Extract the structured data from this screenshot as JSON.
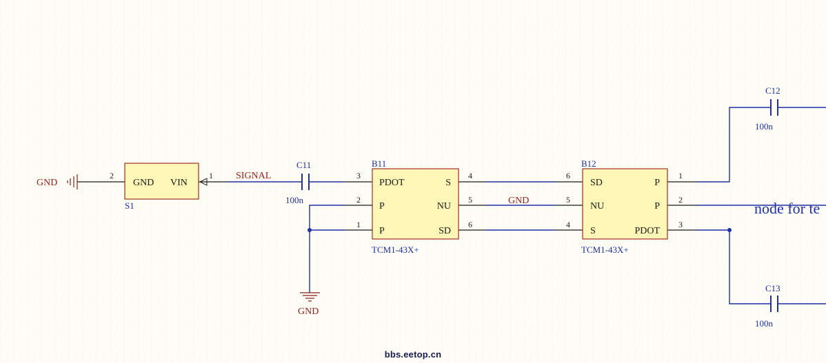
{
  "colors": {
    "background": "#fdfdf6",
    "grid": "#e6e3cf",
    "wire": "#1f2fa5",
    "pin": "#1a1a1a",
    "body_fill": "#fcf7b6",
    "body_stroke": "#a03020",
    "designator": "#1f2fa5",
    "net_label": "#9b1c1c",
    "power": "#8a1c1c"
  },
  "components": {
    "s1": {
      "designator": "S1",
      "pin_gnd": "GND",
      "pin_vin": "VIN",
      "pin2_num": "2",
      "pin1_num": "1"
    },
    "c11": {
      "designator": "C11",
      "value": "100n"
    },
    "b11": {
      "designator": "B11",
      "part": "TCM1-43X+",
      "l1": "PDOT",
      "l2": "P",
      "l3": "P",
      "r1": "S",
      "r2": "NU",
      "r3": "SD",
      "nl1": "3",
      "nl2": "2",
      "nl3": "1",
      "nr1": "4",
      "nr2": "5",
      "nr3": "6"
    },
    "b12": {
      "designator": "B12",
      "part": "TCM1-43X+",
      "l1": "SD",
      "l2": "NU",
      "l3": "S",
      "r1": "P",
      "r2": "P",
      "r3": "PDOT",
      "nl1": "6",
      "nl2": "5",
      "nl3": "4",
      "nr1": "1",
      "nr2": "2",
      "nr3": "3"
    },
    "c12": {
      "designator": "C12",
      "value": "100n"
    },
    "c13": {
      "designator": "C13",
      "value": "100n"
    }
  },
  "nets": {
    "gnd_left": "GND",
    "signal": "SIGNAL",
    "gnd_mid": "GND",
    "gnd_bottom": "GND"
  },
  "note": "node for te",
  "watermark": "bbs.eetop.cn"
}
